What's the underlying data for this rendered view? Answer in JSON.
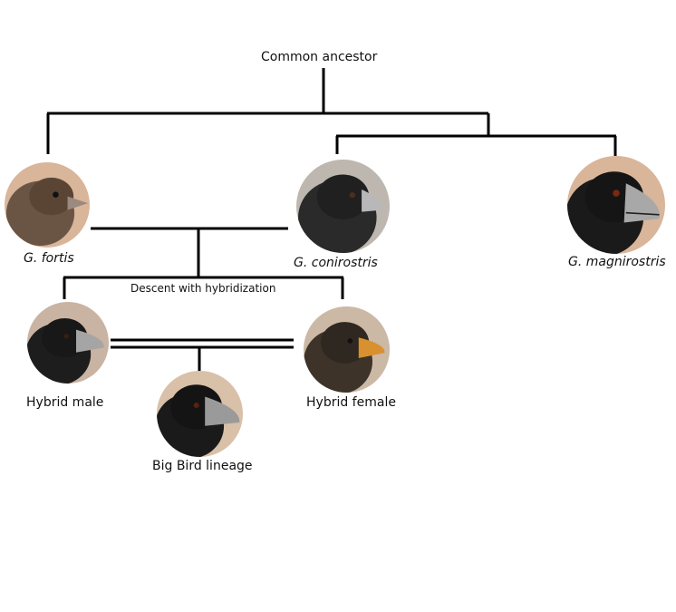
{
  "diagram": {
    "root_label": "Common ancestor",
    "hybridization_label": "Descent with hybridization",
    "species": [
      {
        "id": "fortis",
        "label": "G. fortis",
        "icon": "bird-portrait-icon"
      },
      {
        "id": "conirostris",
        "label": "G. conirostris",
        "icon": "bird-portrait-icon"
      },
      {
        "id": "magnirostris",
        "label": "G. magnirostris",
        "icon": "bird-portrait-icon"
      }
    ],
    "hybrids": [
      {
        "id": "hybrid-male",
        "label": "Hybrid male",
        "icon": "bird-portrait-icon"
      },
      {
        "id": "hybrid-female",
        "label": "Hybrid female",
        "icon": "bird-portrait-icon"
      }
    ],
    "lineage": {
      "id": "big-bird",
      "label": "Big Bird lineage",
      "icon": "bird-portrait-icon"
    }
  },
  "colors": {
    "line": "#000000",
    "photo_background": "#d9b59a",
    "bird_dark": "#1a1a1a",
    "bird_brown": "#5a4535",
    "beak_grey": "#a8a8a8",
    "beak_orange": "#d9902e"
  }
}
